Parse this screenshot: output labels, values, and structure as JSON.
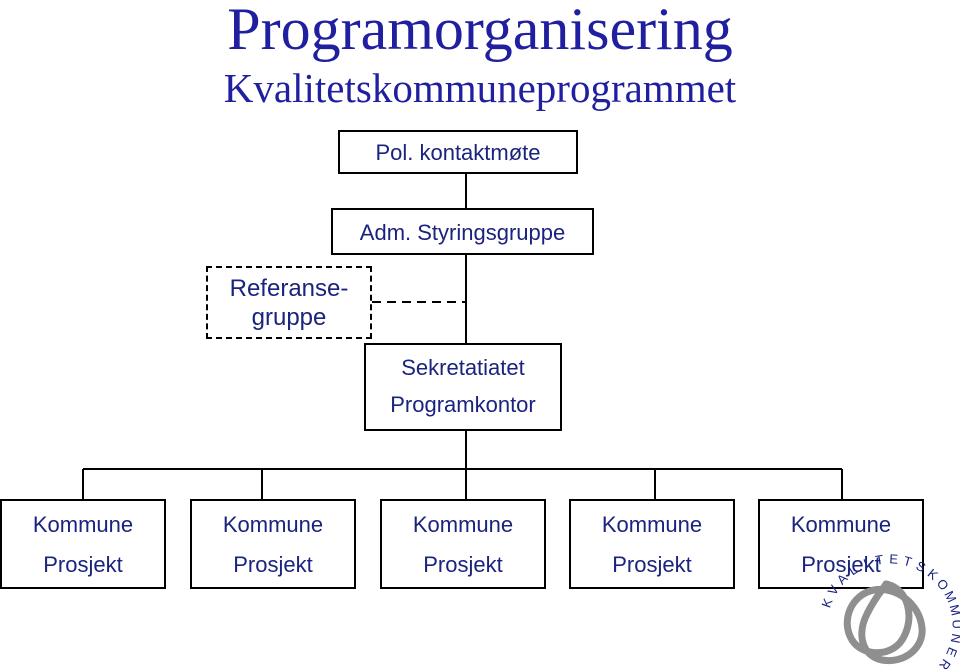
{
  "title": "Programorganisering",
  "subtitle": "Kvalitetskommuneprogrammet",
  "boxes": {
    "pol": "Pol. kontaktmøte",
    "adm": "Adm. Styringsgruppe",
    "referanse_line1": "Referanse-",
    "referanse_line2": "gruppe",
    "sekretariat_line1": "Sekretatiatet",
    "sekretariat_line2": "Programkontor"
  },
  "kommuner": [
    {
      "line1": "Kommune",
      "line2": "Prosjekt"
    },
    {
      "line1": "Kommune",
      "line2": "Prosjekt"
    },
    {
      "line1": "Kommune",
      "line2": "Prosjekt"
    },
    {
      "line1": "Kommune",
      "line2": "Prosjekt"
    },
    {
      "line1": "Kommune",
      "line2": "Prosjekt"
    }
  ],
  "logo": {
    "text": "KVALITETSKOMMUNER",
    "letters": [
      "K",
      "V",
      "A",
      "L",
      "I",
      "T",
      "E",
      "T",
      "S",
      "K",
      "O",
      "M",
      "M",
      "U",
      "N",
      "E",
      "R"
    ]
  },
  "colors": {
    "text": "#1a237e",
    "title": "#1f1fa0",
    "lines": "#000000",
    "logo_knot": "#8f8f8f"
  }
}
